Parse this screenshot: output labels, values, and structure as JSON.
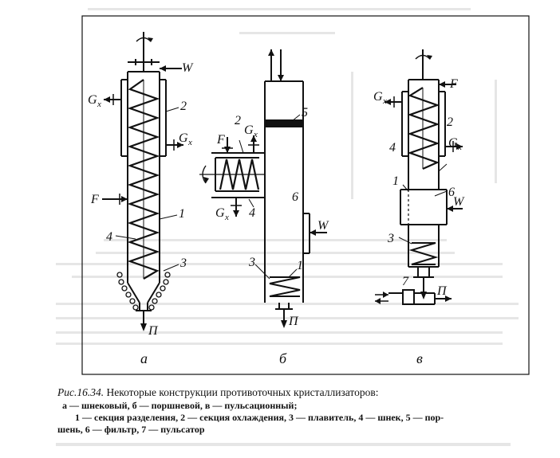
{
  "figure": {
    "panel_labels": [
      "а",
      "б",
      "в"
    ],
    "labels_a": {
      "Gx_top": "G",
      "Gx_sub": "x",
      "W": "W",
      "n2": "2",
      "Gx_mid": "G",
      "Gx_mid_sub": "x",
      "F": "F",
      "n1": "1",
      "n4": "4",
      "n3": "3",
      "P": "П"
    },
    "labels_b": {
      "n2": "2",
      "Gx": "G",
      "Gx_sub": "x",
      "F": "F",
      "n5": "5",
      "n4": "4",
      "Gx_bot": "G",
      "Gx_bot_sub": "x",
      "n6": "6",
      "W": "W",
      "n3": "3",
      "n1": "1",
      "P": "П"
    },
    "labels_v": {
      "F": "F",
      "Gx": "G",
      "Gx_sub": "x",
      "n2": "2",
      "n4": "4",
      "Gx2": "G",
      "Gx2_sub": "x",
      "n1": "1",
      "n6": "6",
      "W": "W",
      "n3": "3",
      "n7": "7",
      "P": "П"
    }
  },
  "caption": {
    "title_prefix": "Рис.16.34.",
    "title_text": " Некоторые конструкции противоточных кристаллизаторов:",
    "line2": "а — шнековый, б — поршневой, в — пульсационный;",
    "line3": "1 — секция разделения, 2 — секция охлаждения, 3 — плавитель, 4 — шнек, 5 — пор-",
    "line4": "шень, 6 — фильтр, 7 — пульсатор"
  }
}
